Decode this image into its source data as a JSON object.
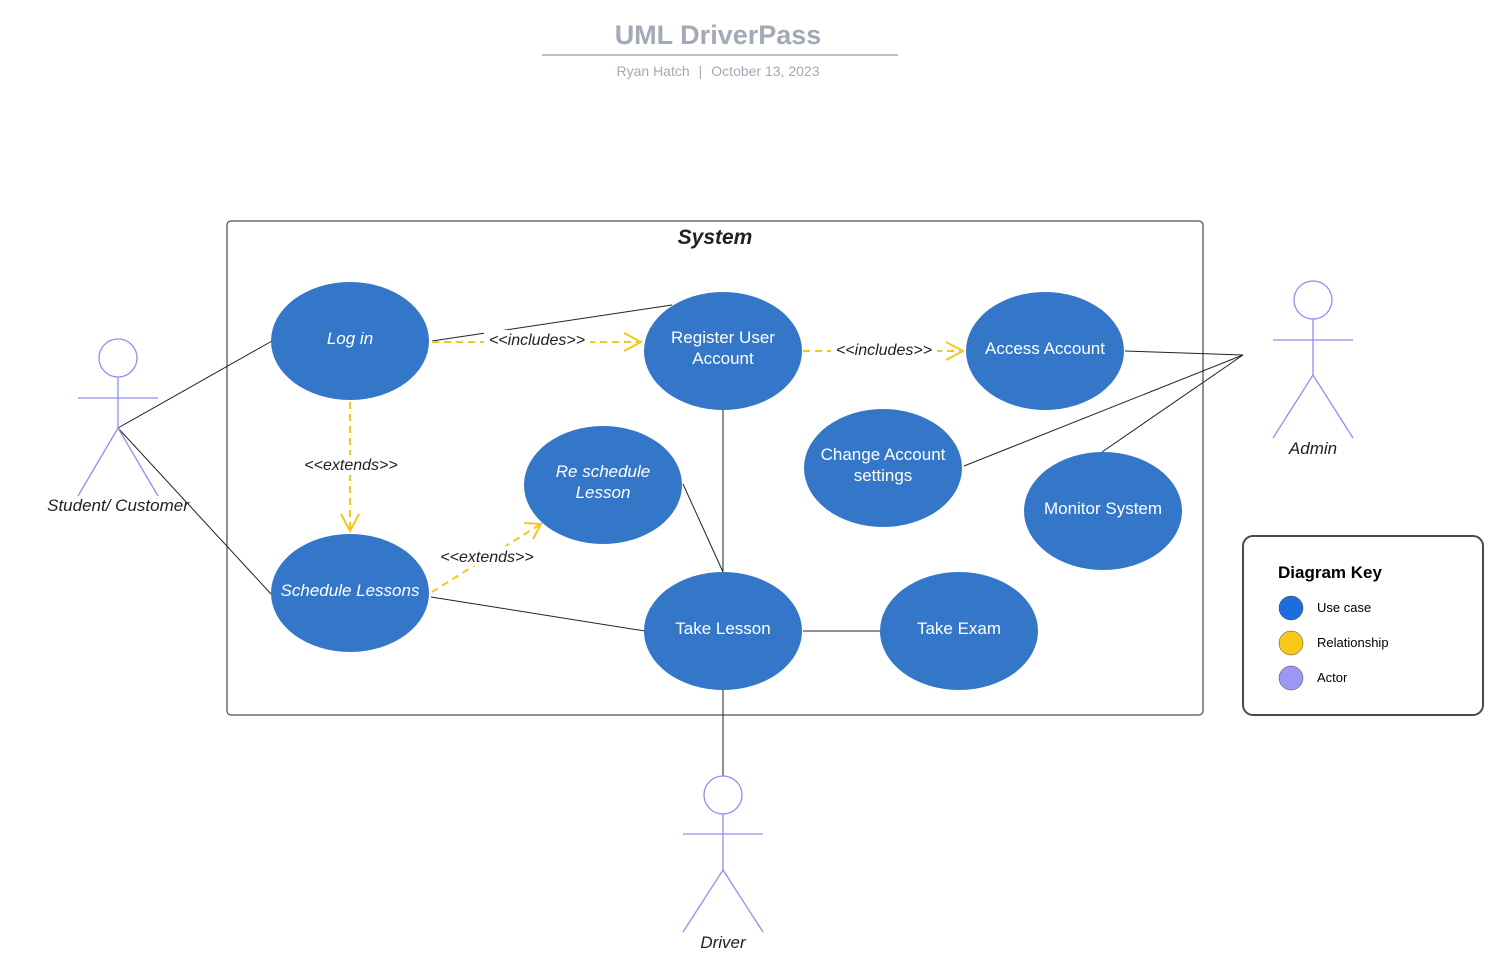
{
  "header": {
    "title": "UML DriverPass",
    "author": "Ryan Hatch",
    "separator": "|",
    "date": "October 13, 2023"
  },
  "system": {
    "label": "System"
  },
  "use_cases": {
    "log_in": {
      "lines": [
        "Log in"
      ]
    },
    "register": {
      "lines": [
        "Register User",
        "Account"
      ]
    },
    "access_account": {
      "lines": [
        "Access Account"
      ]
    },
    "reschedule": {
      "lines": [
        "Re schedule",
        "Lesson"
      ]
    },
    "change_settings": {
      "lines": [
        "Change Account",
        "settings"
      ]
    },
    "monitor_system": {
      "lines": [
        "Monitor System"
      ]
    },
    "schedule_lessons": {
      "lines": [
        "Schedule Lessons"
      ]
    },
    "take_lesson": {
      "lines": [
        "Take Lesson"
      ]
    },
    "take_exam": {
      "lines": [
        "Take Exam"
      ]
    }
  },
  "relationships": {
    "includes_register": "<<includes>>",
    "includes_access": "<<includes>>",
    "extends_schedule": "<<extends>>",
    "extends_reschedule": "<<extends>>"
  },
  "actors": {
    "student": "Student/ Customer",
    "admin": "Admin",
    "driver": "Driver"
  },
  "key": {
    "title": "Diagram Key",
    "items": [
      {
        "label": "Use case",
        "color": "#1a6fdc"
      },
      {
        "label": "Relationship",
        "color": "#f7ca18"
      },
      {
        "label": "Actor",
        "color": "#9b97f3"
      }
    ]
  },
  "colors": {
    "use_case_fill": "#3477c9",
    "relationship": "#f4c81b",
    "actor": "#8f8ff0"
  }
}
